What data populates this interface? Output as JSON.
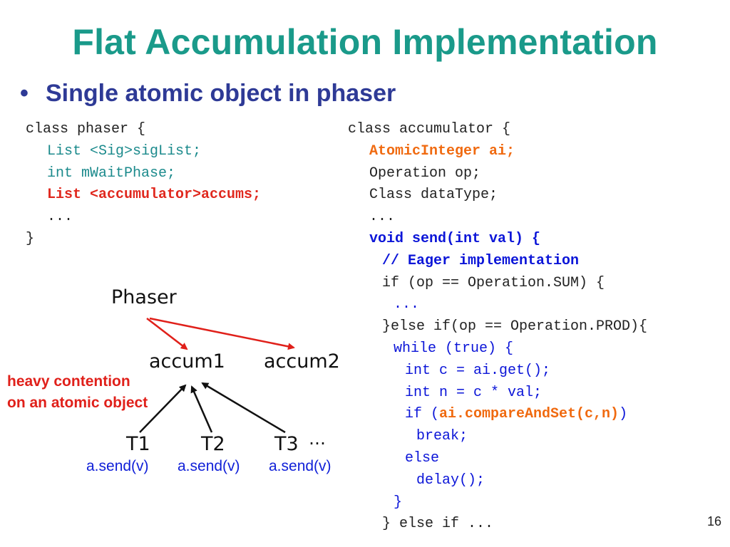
{
  "title": "Flat Accumulation Implementation",
  "bullet": {
    "dot": "•",
    "text": "Single atomic object in phaser"
  },
  "phaser_code": [
    {
      "text": "class phaser {",
      "style": "c-black",
      "indent": 0
    },
    {
      "text": "List <Sig>sigList;",
      "style": "c-teal",
      "indent": 1
    },
    {
      "text": "int mWaitPhase;",
      "style": "c-teal",
      "indent": 1
    },
    {
      "text": "List <accumulator>accums;",
      "style": "c-red",
      "indent": 1
    },
    {
      "text": "...",
      "style": "c-black",
      "indent": 1
    },
    {
      "text": "}",
      "style": "c-black",
      "indent": 0
    }
  ],
  "accumulator_code": [
    {
      "text": "class accumulator {",
      "style": "c-black",
      "indent": 0
    },
    {
      "text": "AtomicInteger ai;",
      "style": "c-orange-b",
      "indent": 1
    },
    {
      "text": "Operation op;",
      "style": "c-black",
      "indent": 1
    },
    {
      "text": "Class dataType;",
      "style": "c-black",
      "indent": 1
    },
    {
      "text": "...",
      "style": "c-black",
      "indent": 1
    },
    {
      "text": "void send(int val) {",
      "style": "c-blue-b",
      "indent": 1
    },
    {
      "text": "// Eager implementation",
      "style": "c-blue-b",
      "indent": 2
    },
    {
      "text": "if (op == Operation.SUM) {",
      "style": "c-black",
      "indent": 2
    },
    {
      "text": "...",
      "style": "c-blue",
      "indent": 3
    },
    {
      "text": "}else if(op == Operation.PROD){",
      "style": "c-black",
      "indent": 2
    },
    {
      "text": "while (true) {",
      "style": "c-blue",
      "indent": 3
    },
    {
      "text": "int c = ai.get();",
      "style": "c-blue",
      "indent": 4
    },
    {
      "text": "int n = c * val;",
      "style": "c-blue",
      "indent": 4
    },
    {
      "parts": [
        {
          "text": "if (",
          "style": "c-blue"
        },
        {
          "text": "ai.compareAndSet(c,n)",
          "style": "c-orange-b"
        },
        {
          "text": ")",
          "style": "c-blue"
        }
      ],
      "indent": 4
    },
    {
      "text": "break;",
      "style": "c-blue",
      "indent": 5
    },
    {
      "text": "else",
      "style": "c-blue",
      "indent": 4
    },
    {
      "text": "delay();",
      "style": "c-blue",
      "indent": 5
    },
    {
      "text": "}",
      "style": "c-blue",
      "indent": 3
    },
    {
      "text": "} else if ...",
      "style": "c-black",
      "indent": 2
    }
  ],
  "diagram": {
    "phaser": "Phaser",
    "accum1": "accum1",
    "accum2": "accum2",
    "t1": "T1",
    "t2": "T2",
    "t3": "T3",
    "ellipsis": "…",
    "send_label": "a.send(v)",
    "contention_line1": "heavy contention",
    "contention_line2": "on an atomic object",
    "arrow_colors": {
      "phaser": "#e0201a",
      "threads": "#111111"
    }
  },
  "page_number": "16"
}
